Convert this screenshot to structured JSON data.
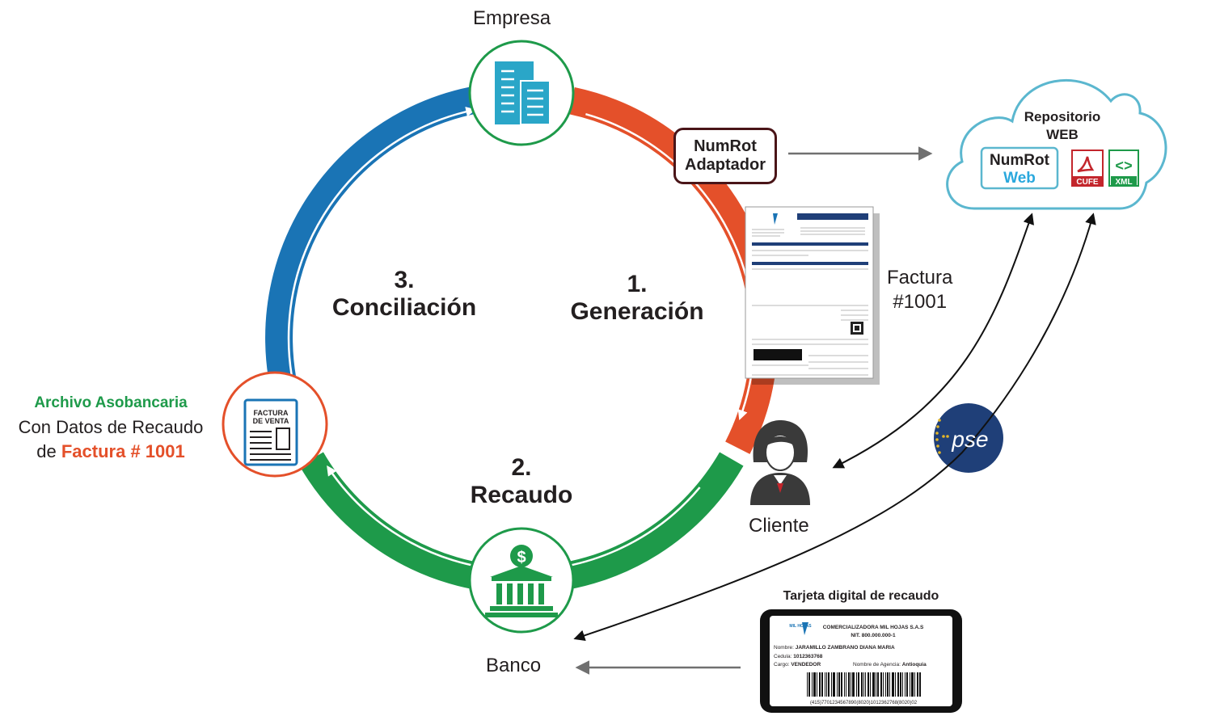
{
  "nodes": {
    "empresa": "Empresa",
    "banco": "Banco",
    "cliente": "Cliente",
    "repositorio_line1": "Repositorio",
    "repositorio_line2": "WEB"
  },
  "stages": {
    "generacion_num": "1.",
    "generacion": "Generación",
    "recaudo_num": "2.",
    "recaudo": "Recaudo",
    "conciliacion_num": "3.",
    "conciliacion": "Conciliación"
  },
  "adapter": {
    "line1": "NumRot",
    "line2": "Adaptador"
  },
  "numrot_web": {
    "line1": "NumRot",
    "line2": "Web"
  },
  "file_badges": {
    "cufe": "CUFE",
    "xml": "XML",
    "xml_glyph": "<>"
  },
  "invoice_label": {
    "line1": "Factura",
    "line2": "#1001"
  },
  "factura_icon": {
    "line1": "FACTURA",
    "line2": "DE VENTA"
  },
  "asobancaria": {
    "title": "Archivo Asobancaria",
    "line2": "Con Datos de Recaudo",
    "line3_prefix": "de ",
    "line3_highlight": "Factura # 1001"
  },
  "pse_label": "pse",
  "card": {
    "title": "Tarjeta digital de recaudo",
    "logo_text": "MIL HOJAS",
    "company": "COMERCIALIZADORA MIL HOJAS S.A.S",
    "nit": "NIT. 800.000.000-1",
    "nombre_label": "Nombre:",
    "nombre_value": "JARAMILLO ZAMBRANO DIANA MARIA",
    "cedula_label": "Cedula:",
    "cedula_value": "1012363768",
    "cargo_label": "Cargo:",
    "cargo_value": "VENDEDOR",
    "agencia_label": "Nombre de Agencia:",
    "agencia_value": "Antioquia",
    "barcode_text": "(415)7701234567890(8020)1012362768(8020)02"
  },
  "colors": {
    "generacion": "#e4502a",
    "recaudo": "#1e9a4a",
    "conciliacion": "#1a74b5",
    "empresa_ring": "#1e9a4a",
    "banco_ring": "#1e9a4a",
    "factura_ring": "#e4502a",
    "cloud": "#5bb7cf",
    "numrot_web": "#2aa8dd",
    "asobancaria_title": "#1e9a4a",
    "asobancaria_highlight": "#e4502a",
    "pse": "#1f3f78",
    "text": "#231f20"
  }
}
